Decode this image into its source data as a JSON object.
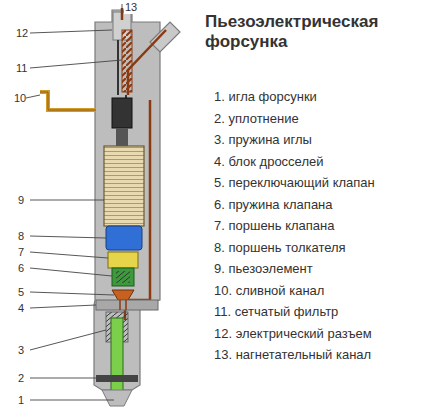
{
  "diagram": {
    "title": "Пьезоэлектрическая форсунка",
    "labels": [
      "1. игла форсунки",
      "2. уплотнение",
      "3. пружина иглы",
      "4. блок дросселей",
      "5. переключающий клапан",
      "6. пружина клапана",
      "7. поршень клапана",
      "8. поршень толкателя",
      "9. пьезоэлемент",
      "10. сливной канал",
      "11. сетчатый фильтр",
      "12. электрический разъем",
      "13. нагнетательный канал",
      "13",
      "12",
      "11",
      "10",
      "9",
      "8",
      "7",
      "6",
      "5",
      "4",
      "3",
      "2",
      "1"
    ]
  }
}
